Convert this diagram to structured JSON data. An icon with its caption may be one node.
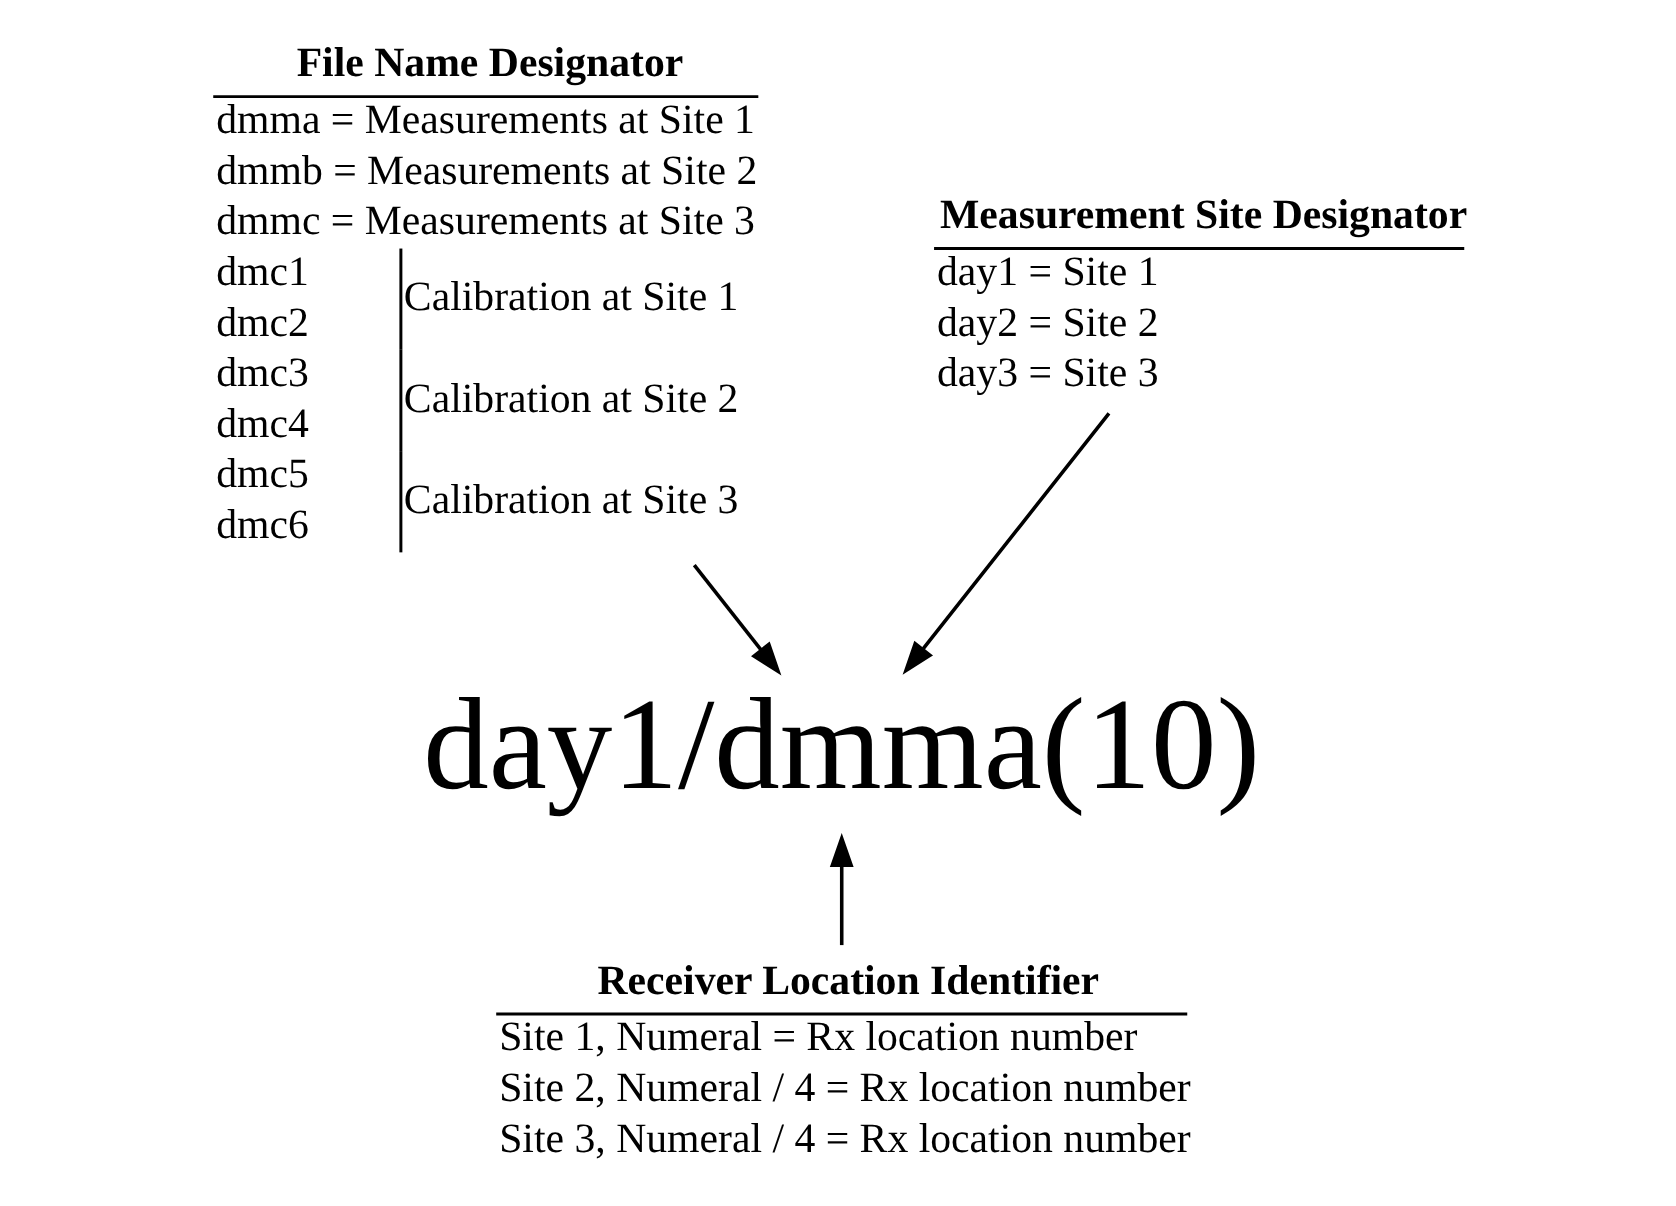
{
  "diagram": {
    "nodes": [
      {
        "text": [
          "File Name Designator",
          "dmma = Measurements at Site 1",
          "dmmb = Measurements at Site 2",
          "dmmc = Measurements at Site 3",
          "dmc1",
          "dmc2",
          "Calibration at Site 1",
          "dmc3",
          "dmc4",
          "Calibration at Site 2",
          "dmc5",
          "dmc6",
          "Calibration at Site 3"
        ]
      },
      {
        "text": [
          "Measurement Site Designator",
          "day1 = Site 1",
          "day2 = Site 2",
          "day3 = Site 3"
        ]
      },
      {
        "text": [
          "day1/dmma(10)"
        ]
      },
      {
        "text": [
          "Receiver Location Identifier",
          "Site 1, Numeral = Rx location number",
          "Site 2, Numeral / 4 = Rx location number",
          "Site 3, Numeral / 4 = Rx location number"
        ]
      }
    ],
    "edges": [
      {
        "from": 1,
        "to": 2,
        "arrow": "to"
      },
      {
        "from": 0,
        "to": 2,
        "arrow": "to"
      },
      {
        "from": 3,
        "to": 2,
        "arrow": "to"
      }
    ]
  }
}
